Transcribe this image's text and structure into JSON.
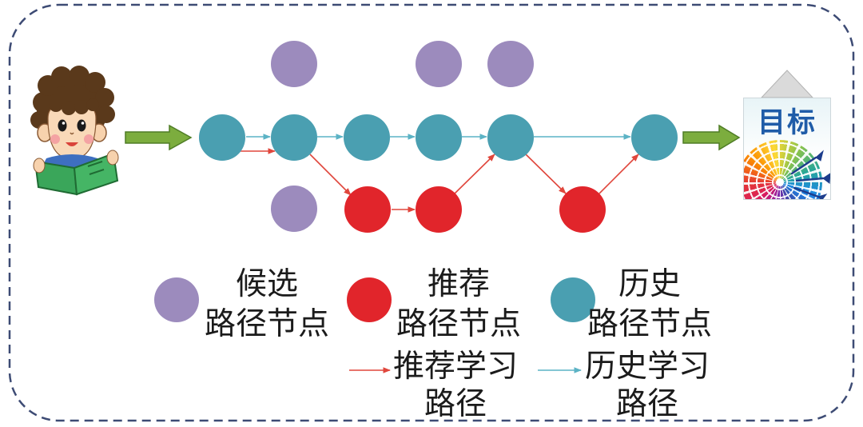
{
  "legend": {
    "candidate_nodes": {
      "line1": "候选",
      "line2": "路径节点"
    },
    "recommended_nodes": {
      "line1": "推荐",
      "line2": "路径节点"
    },
    "history_nodes": {
      "line1": "历史",
      "line2": "路径节点"
    },
    "recommended_path": {
      "line1": "推荐学习",
      "line2": "路径"
    },
    "history_path": {
      "line1": "历史学习",
      "line2": "路径"
    }
  },
  "goal": {
    "label": "目标",
    "icon": "dartboard-icon"
  },
  "learner": {
    "icon": "student-reading-icon"
  },
  "colors": {
    "candidate": "#9c8bbd",
    "recommended": "#e1252b",
    "history": "#4a9fb1",
    "recommended_arrow": "#e0463c",
    "history_arrow": "#5cb3c5",
    "flow_arrow": "#7cad3e",
    "border": "#3d4b74"
  }
}
